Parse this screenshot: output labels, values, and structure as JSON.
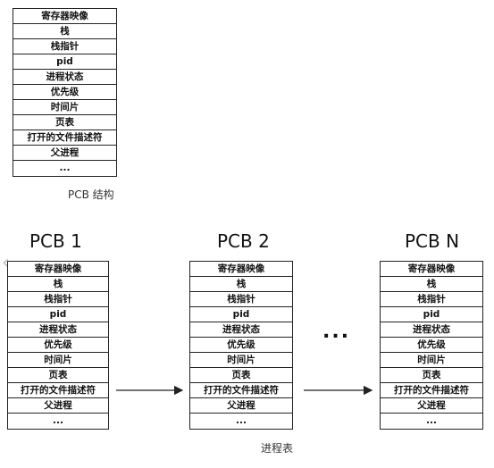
{
  "pcb_fields": [
    "寄存器映像",
    "栈",
    "栈指针",
    "pid",
    "进程状态",
    "优先级",
    "时间片",
    "页表",
    "打开的文件描述符",
    "父进程",
    "..."
  ],
  "pcb_caption": "PCB 结构",
  "process_table": {
    "blocks": [
      {
        "title": "PCB 1"
      },
      {
        "title": "PCB 2"
      },
      {
        "title": "PCB N"
      }
    ],
    "ellipsis": "...",
    "caption": "进程表"
  },
  "icons": {
    "back": "chevron-left-icon"
  }
}
